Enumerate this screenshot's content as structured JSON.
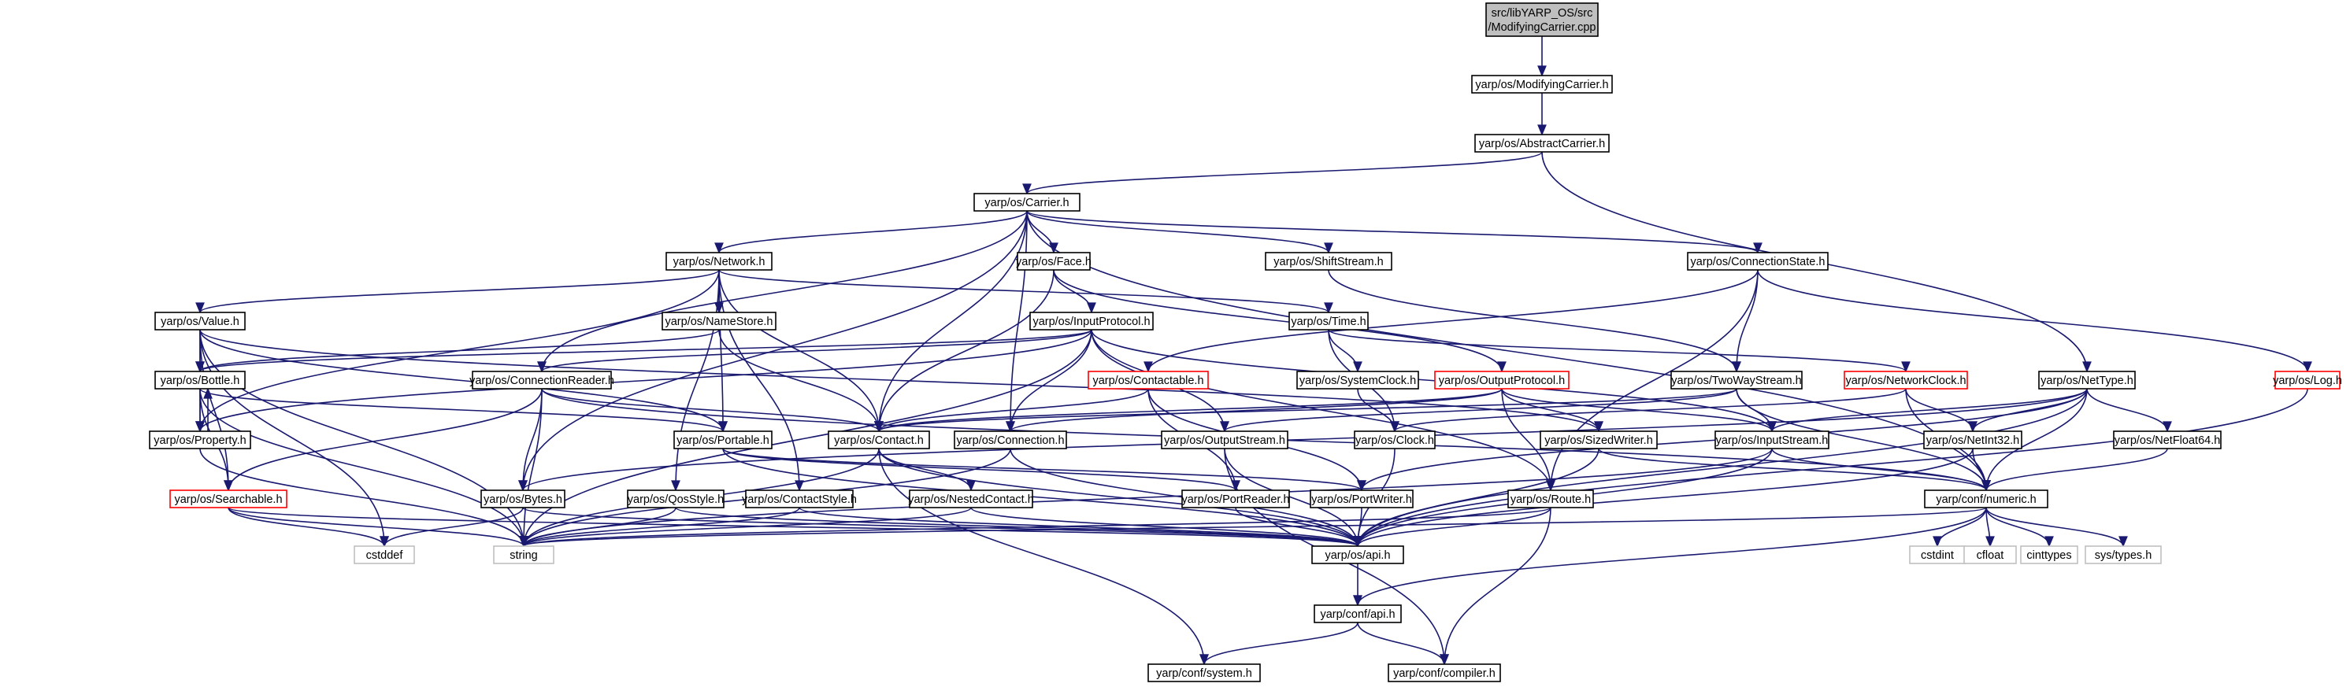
{
  "diagram": {
    "edge_color": "#191970",
    "node_fill": "#ffffff",
    "root_fill": "#bfbfbf",
    "border_default": "#000000",
    "border_truncated": "#ff0000",
    "border_external": "#bfbfbf",
    "nodes": [
      {
        "id": "root",
        "lines": [
          "src/libYARP_OS/src",
          "/ModifyingCarrier.cpp"
        ],
        "kind": "root"
      },
      {
        "id": "modcarrier",
        "lines": [
          "yarp/os/ModifyingCarrier.h"
        ],
        "kind": "normal"
      },
      {
        "id": "abstractcarrier",
        "lines": [
          "yarp/os/AbstractCarrier.h"
        ],
        "kind": "normal"
      },
      {
        "id": "carrier",
        "lines": [
          "yarp/os/Carrier.h"
        ],
        "kind": "normal"
      },
      {
        "id": "network",
        "lines": [
          "yarp/os/Network.h"
        ],
        "kind": "normal"
      },
      {
        "id": "face",
        "lines": [
          "yarp/os/Face.h"
        ],
        "kind": "normal"
      },
      {
        "id": "shiftstream",
        "lines": [
          "yarp/os/ShiftStream.h"
        ],
        "kind": "normal"
      },
      {
        "id": "connstate",
        "lines": [
          "yarp/os/ConnectionState.h"
        ],
        "kind": "normal"
      },
      {
        "id": "value",
        "lines": [
          "yarp/os/Value.h"
        ],
        "kind": "normal"
      },
      {
        "id": "namestore",
        "lines": [
          "yarp/os/NameStore.h"
        ],
        "kind": "normal"
      },
      {
        "id": "inputprotocol",
        "lines": [
          "yarp/os/InputProtocol.h"
        ],
        "kind": "normal"
      },
      {
        "id": "time",
        "lines": [
          "yarp/os/Time.h"
        ],
        "kind": "normal"
      },
      {
        "id": "bottle",
        "lines": [
          "yarp/os/Bottle.h"
        ],
        "kind": "normal"
      },
      {
        "id": "connreader",
        "lines": [
          "yarp/os/ConnectionReader.h"
        ],
        "kind": "normal"
      },
      {
        "id": "contactable",
        "lines": [
          "yarp/os/Contactable.h"
        ],
        "kind": "truncated"
      },
      {
        "id": "systemclock",
        "lines": [
          "yarp/os/SystemClock.h"
        ],
        "kind": "normal"
      },
      {
        "id": "outputprotocol",
        "lines": [
          "yarp/os/OutputProtocol.h"
        ],
        "kind": "truncated"
      },
      {
        "id": "twowaystream",
        "lines": [
          "yarp/os/TwoWayStream.h"
        ],
        "kind": "normal"
      },
      {
        "id": "networkclock",
        "lines": [
          "yarp/os/NetworkClock.h"
        ],
        "kind": "truncated"
      },
      {
        "id": "nettype",
        "lines": [
          "yarp/os/NetType.h"
        ],
        "kind": "normal"
      },
      {
        "id": "log",
        "lines": [
          "yarp/os/Log.h"
        ],
        "kind": "truncated"
      },
      {
        "id": "property",
        "lines": [
          "yarp/os/Property.h"
        ],
        "kind": "normal"
      },
      {
        "id": "portable",
        "lines": [
          "yarp/os/Portable.h"
        ],
        "kind": "normal"
      },
      {
        "id": "contact",
        "lines": [
          "yarp/os/Contact.h"
        ],
        "kind": "normal"
      },
      {
        "id": "connection",
        "lines": [
          "yarp/os/Connection.h"
        ],
        "kind": "normal"
      },
      {
        "id": "outputstream",
        "lines": [
          "yarp/os/OutputStream.h"
        ],
        "kind": "normal"
      },
      {
        "id": "clock",
        "lines": [
          "yarp/os/Clock.h"
        ],
        "kind": "normal"
      },
      {
        "id": "sizedwriter",
        "lines": [
          "yarp/os/SizedWriter.h"
        ],
        "kind": "normal"
      },
      {
        "id": "inputstream",
        "lines": [
          "yarp/os/InputStream.h"
        ],
        "kind": "normal"
      },
      {
        "id": "netint32",
        "lines": [
          "yarp/os/NetInt32.h"
        ],
        "kind": "normal"
      },
      {
        "id": "netfloat64",
        "lines": [
          "yarp/os/NetFloat64.h"
        ],
        "kind": "normal"
      },
      {
        "id": "searchable",
        "lines": [
          "yarp/os/Searchable.h"
        ],
        "kind": "truncated"
      },
      {
        "id": "bytes",
        "lines": [
          "yarp/os/Bytes.h"
        ],
        "kind": "normal"
      },
      {
        "id": "qosstyle",
        "lines": [
          "yarp/os/QosStyle.h"
        ],
        "kind": "normal"
      },
      {
        "id": "contactstyle",
        "lines": [
          "yarp/os/ContactStyle.h"
        ],
        "kind": "normal"
      },
      {
        "id": "nestedcontact",
        "lines": [
          "yarp/os/NestedContact.h"
        ],
        "kind": "normal"
      },
      {
        "id": "portreader",
        "lines": [
          "yarp/os/PortReader.h"
        ],
        "kind": "normal"
      },
      {
        "id": "portwriter",
        "lines": [
          "yarp/os/PortWriter.h"
        ],
        "kind": "normal"
      },
      {
        "id": "route",
        "lines": [
          "yarp/os/Route.h"
        ],
        "kind": "normal"
      },
      {
        "id": "confnumeric",
        "lines": [
          "yarp/conf/numeric.h"
        ],
        "kind": "normal"
      },
      {
        "id": "cstddef",
        "lines": [
          "cstddef"
        ],
        "kind": "external"
      },
      {
        "id": "string",
        "lines": [
          "string"
        ],
        "kind": "external"
      },
      {
        "id": "api",
        "lines": [
          "yarp/os/api.h"
        ],
        "kind": "normal"
      },
      {
        "id": "cstdint",
        "lines": [
          "cstdint"
        ],
        "kind": "external"
      },
      {
        "id": "cfloat",
        "lines": [
          "cfloat"
        ],
        "kind": "external"
      },
      {
        "id": "cinttypes",
        "lines": [
          "cinttypes"
        ],
        "kind": "external"
      },
      {
        "id": "systypes",
        "lines": [
          "sys/types.h"
        ],
        "kind": "external"
      },
      {
        "id": "confapi",
        "lines": [
          "yarp/conf/api.h"
        ],
        "kind": "normal"
      },
      {
        "id": "confsystem",
        "lines": [
          "yarp/conf/system.h"
        ],
        "kind": "normal"
      },
      {
        "id": "confcompiler",
        "lines": [
          "yarp/conf/compiler.h"
        ],
        "kind": "normal"
      }
    ],
    "edges": [
      [
        "root",
        "modcarrier"
      ],
      [
        "modcarrier",
        "abstractcarrier"
      ],
      [
        "abstractcarrier",
        "carrier"
      ],
      [
        "abstractcarrier",
        "nettype"
      ],
      [
        "carrier",
        "network"
      ],
      [
        "carrier",
        "face"
      ],
      [
        "carrier",
        "shiftstream"
      ],
      [
        "carrier",
        "connstate"
      ],
      [
        "carrier",
        "connreader"
      ],
      [
        "carrier",
        "contact"
      ],
      [
        "carrier",
        "connection"
      ],
      [
        "carrier",
        "bytes"
      ],
      [
        "carrier",
        "confnumeric"
      ],
      [
        "network",
        "value"
      ],
      [
        "network",
        "namestore"
      ],
      [
        "network",
        "time"
      ],
      [
        "network",
        "property"
      ],
      [
        "network",
        "portable"
      ],
      [
        "network",
        "contact"
      ],
      [
        "network",
        "qosstyle"
      ],
      [
        "network",
        "contactstyle"
      ],
      [
        "face",
        "inputprotocol"
      ],
      [
        "face",
        "outputprotocol"
      ],
      [
        "face",
        "contact"
      ],
      [
        "shiftstream",
        "twowaystream"
      ],
      [
        "connstate",
        "twowaystream"
      ],
      [
        "connstate",
        "contactable"
      ],
      [
        "connstate",
        "log"
      ],
      [
        "connstate",
        "route"
      ],
      [
        "value",
        "bottle"
      ],
      [
        "value",
        "property"
      ],
      [
        "value",
        "portable"
      ],
      [
        "value",
        "searchable"
      ],
      [
        "value",
        "string"
      ],
      [
        "value",
        "cstddef"
      ],
      [
        "value",
        "sizedwriter"
      ],
      [
        "namestore",
        "bottle"
      ],
      [
        "namestore",
        "contact"
      ],
      [
        "inputprotocol",
        "bottle"
      ],
      [
        "inputprotocol",
        "connreader"
      ],
      [
        "inputprotocol",
        "connection"
      ],
      [
        "inputprotocol",
        "outputstream"
      ],
      [
        "inputprotocol",
        "inputstream"
      ],
      [
        "inputprotocol",
        "route"
      ],
      [
        "inputprotocol",
        "property"
      ],
      [
        "inputprotocol",
        "string"
      ],
      [
        "time",
        "systemclock"
      ],
      [
        "time",
        "clock"
      ],
      [
        "time",
        "networkclock"
      ],
      [
        "bottle",
        "property"
      ],
      [
        "bottle",
        "portable"
      ],
      [
        "bottle",
        "searchable"
      ],
      [
        "bottle",
        "string"
      ],
      [
        "property",
        "bottle"
      ],
      [
        "property",
        "string"
      ],
      [
        "connreader",
        "searchable"
      ],
      [
        "connreader",
        "bytes"
      ],
      [
        "connreader",
        "contact"
      ],
      [
        "connreader",
        "string"
      ],
      [
        "connreader",
        "confnumeric"
      ],
      [
        "contactable",
        "contact"
      ],
      [
        "contactable",
        "portreader"
      ],
      [
        "contactable",
        "portwriter"
      ],
      [
        "systemclock",
        "clock"
      ],
      [
        "outputprotocol",
        "connection"
      ],
      [
        "outputprotocol",
        "contact"
      ],
      [
        "outputprotocol",
        "sizedwriter"
      ],
      [
        "outputprotocol",
        "inputstream"
      ],
      [
        "outputprotocol",
        "route"
      ],
      [
        "twowaystream",
        "inputstream"
      ],
      [
        "twowaystream",
        "outputstream"
      ],
      [
        "twowaystream",
        "contact"
      ],
      [
        "twowaystream",
        "confnumeric"
      ],
      [
        "networkclock",
        "clock"
      ],
      [
        "networkclock",
        "netint32"
      ],
      [
        "networkclock",
        "confnumeric"
      ],
      [
        "nettype",
        "netint32"
      ],
      [
        "nettype",
        "netfloat64"
      ],
      [
        "nettype",
        "confnumeric"
      ],
      [
        "nettype",
        "bytes"
      ],
      [
        "nettype",
        "api"
      ],
      [
        "nettype",
        "inputstream"
      ],
      [
        "nettype",
        "portwriter"
      ],
      [
        "log",
        "api"
      ],
      [
        "portable",
        "portreader"
      ],
      [
        "portable",
        "portwriter"
      ],
      [
        "portable",
        "api"
      ],
      [
        "contact",
        "nestedcontact"
      ],
      [
        "contact",
        "api"
      ],
      [
        "contact",
        "string"
      ],
      [
        "contact",
        "confsystem"
      ],
      [
        "connection",
        "api"
      ],
      [
        "connection",
        "string"
      ],
      [
        "outputstream",
        "api"
      ],
      [
        "outputstream",
        "confcompiler"
      ],
      [
        "clock",
        "api"
      ],
      [
        "sizedwriter",
        "api"
      ],
      [
        "sizedwriter",
        "confnumeric"
      ],
      [
        "inputstream",
        "api"
      ],
      [
        "inputstream",
        "string"
      ],
      [
        "inputstream",
        "confnumeric"
      ],
      [
        "netint32",
        "confnumeric"
      ],
      [
        "netfloat64",
        "confnumeric"
      ],
      [
        "netint32",
        "api"
      ],
      [
        "searchable",
        "api"
      ],
      [
        "searchable",
        "string"
      ],
      [
        "searchable",
        "cstddef"
      ],
      [
        "bytes",
        "api"
      ],
      [
        "bytes",
        "cstddef"
      ],
      [
        "qosstyle",
        "api"
      ],
      [
        "qosstyle",
        "string"
      ],
      [
        "contactstyle",
        "api"
      ],
      [
        "contactstyle",
        "string"
      ],
      [
        "nestedcontact",
        "api"
      ],
      [
        "nestedcontact",
        "string"
      ],
      [
        "portreader",
        "api"
      ],
      [
        "portwriter",
        "api"
      ],
      [
        "route",
        "api"
      ],
      [
        "route",
        "string"
      ],
      [
        "route",
        "confcompiler"
      ],
      [
        "confnumeric",
        "cstdint"
      ],
      [
        "confnumeric",
        "cfloat"
      ],
      [
        "confnumeric",
        "cinttypes"
      ],
      [
        "confnumeric",
        "systypes"
      ],
      [
        "confnumeric",
        "confapi"
      ],
      [
        "confnumeric",
        "string"
      ],
      [
        "api",
        "confapi"
      ],
      [
        "confapi",
        "confsystem"
      ],
      [
        "confapi",
        "confcompiler"
      ]
    ]
  }
}
